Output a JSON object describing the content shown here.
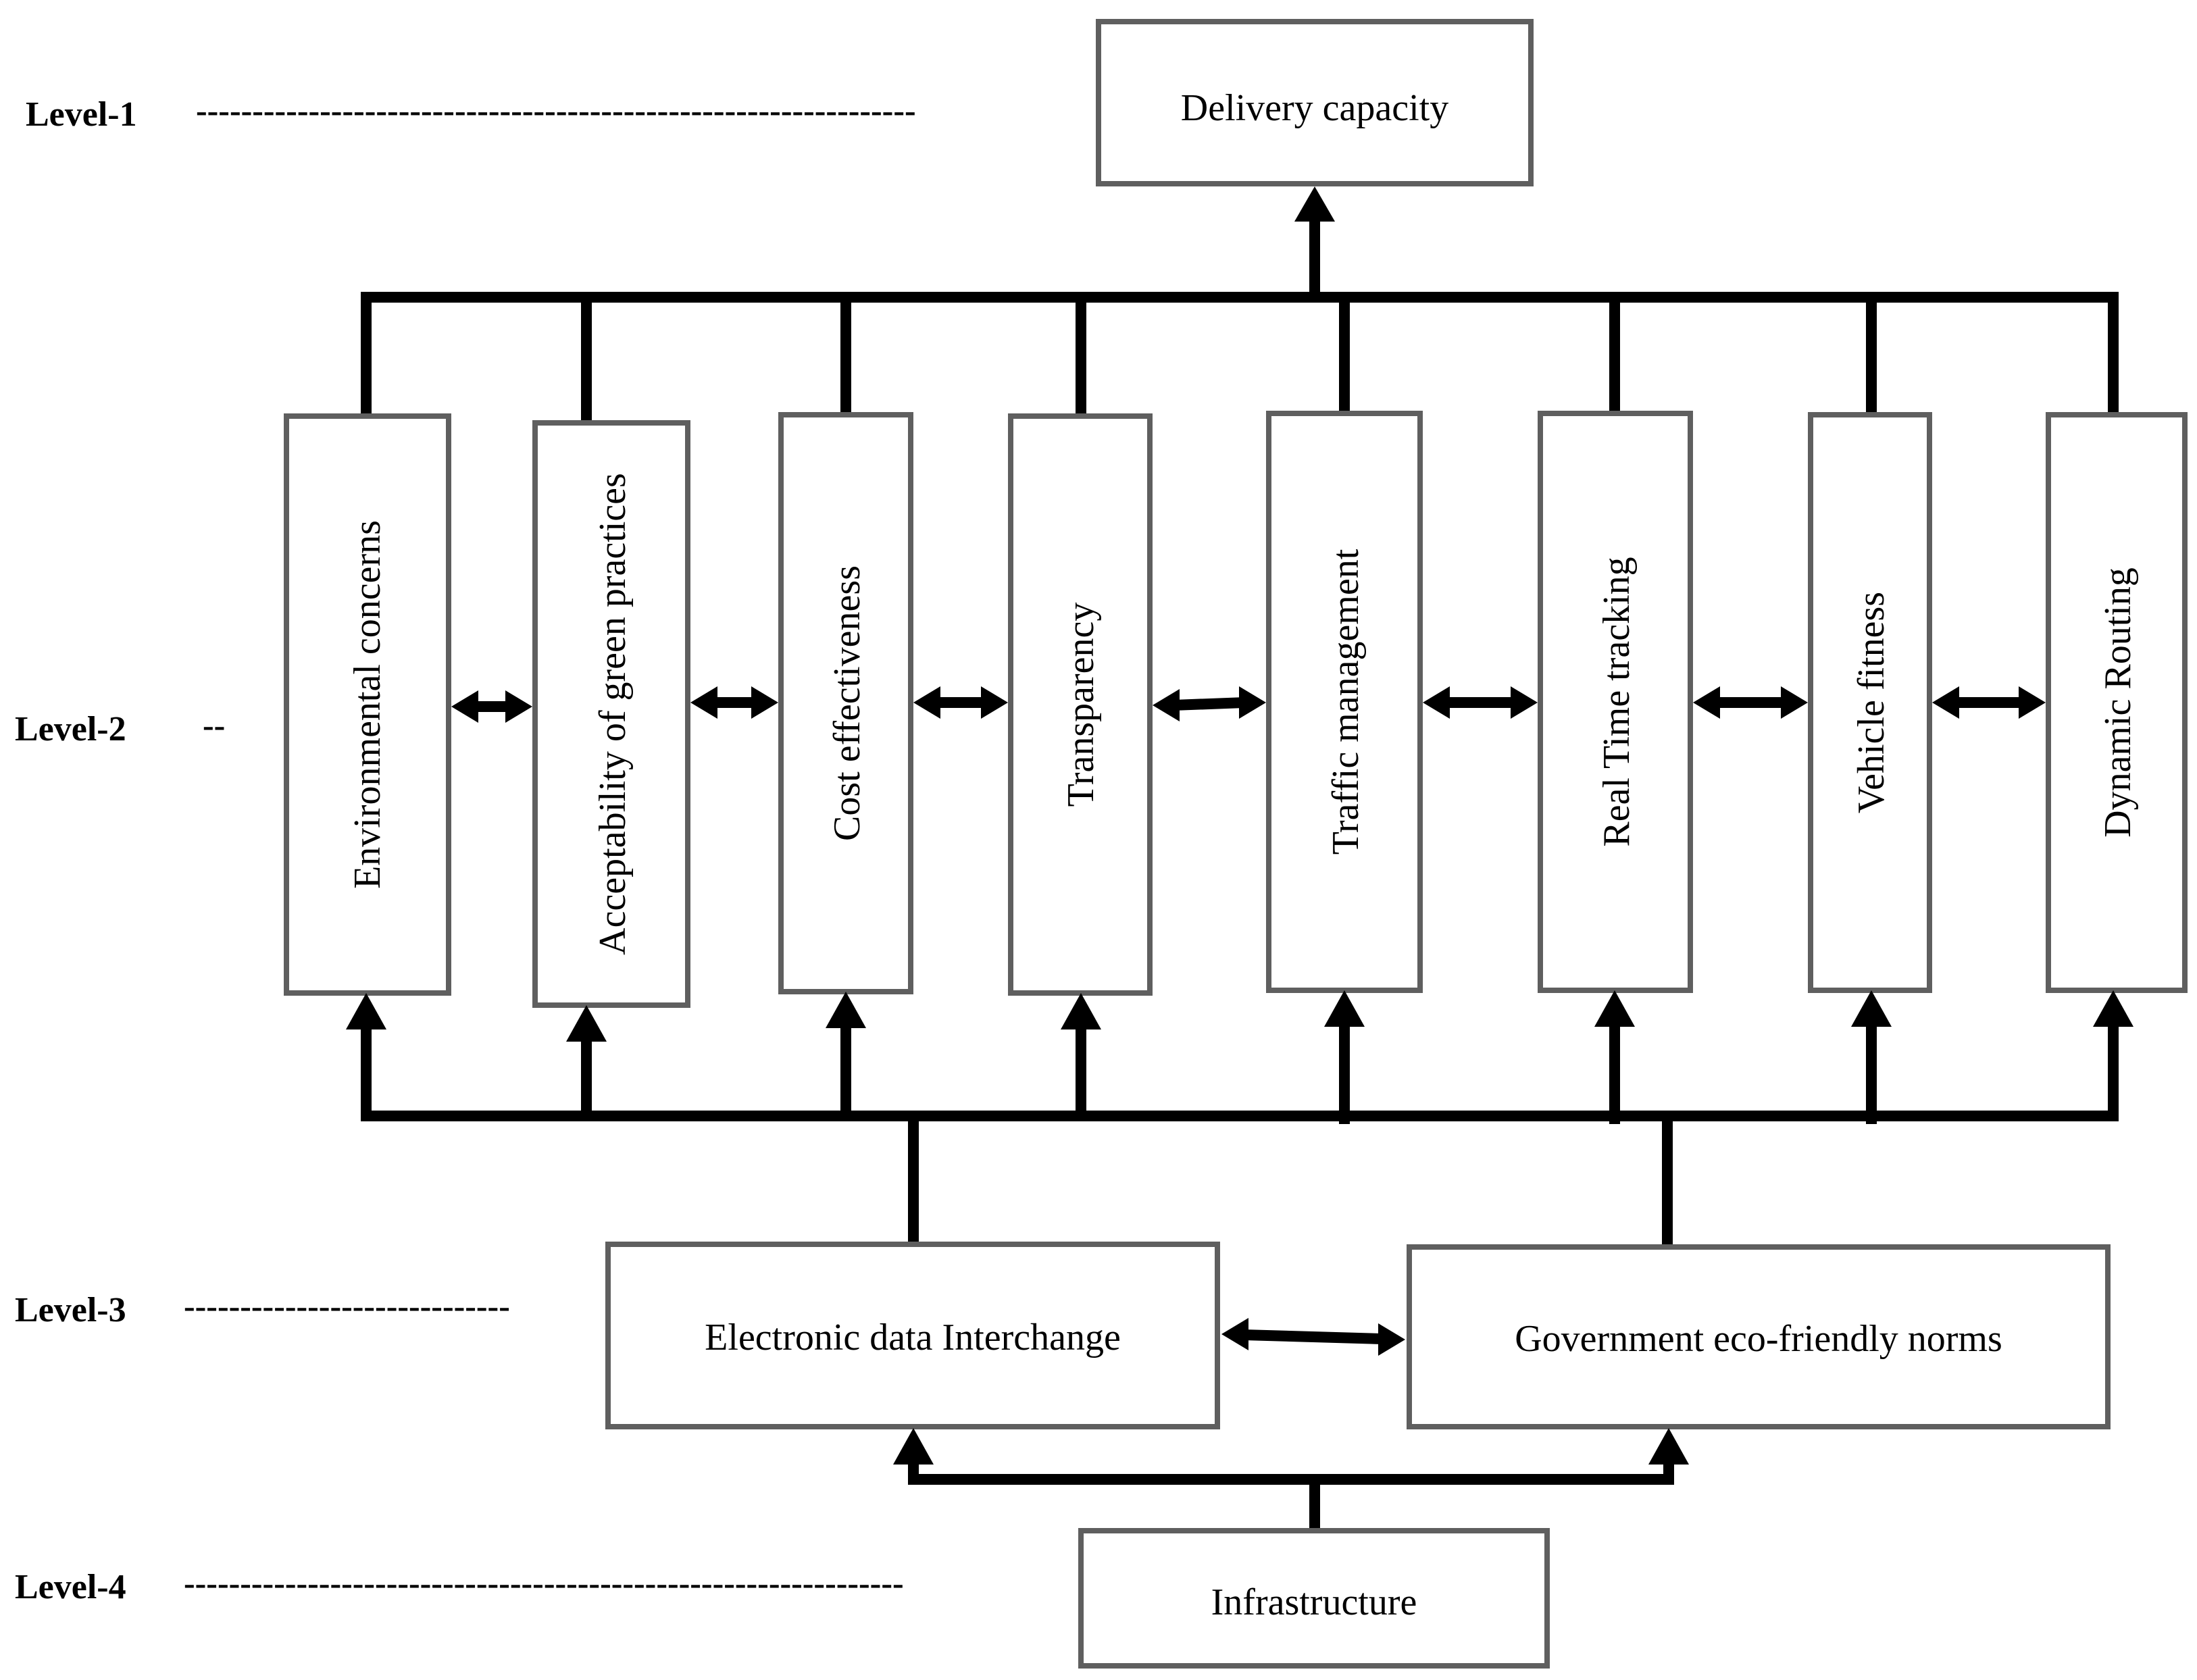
{
  "levels": [
    {
      "label": "Level-1",
      "dashes": "----------------------------------------------------------------"
    },
    {
      "label": "Level-2",
      "dashes": "--"
    },
    {
      "label": "Level-3",
      "dashes": "-----------------------------"
    },
    {
      "label": "Level-4",
      "dashes": "----------------------------------------------------------------"
    }
  ],
  "level1": {
    "node": "Delivery capacity"
  },
  "level2": {
    "nodes": [
      "Environmental concerns",
      "Acceptability of green practices",
      "Cost effectiveness",
      "Transparency",
      "Traffic management",
      "Real Time tracking",
      "Vehicle fitness",
      "Dynamic Routing"
    ]
  },
  "level3": {
    "nodes": [
      "Electronic data Interchange",
      "Government eco-friendly norms"
    ]
  },
  "level4": {
    "node": "Infrastructure"
  },
  "colors": {
    "box_stroke": "#5f5f5f",
    "connector": "#000000"
  }
}
